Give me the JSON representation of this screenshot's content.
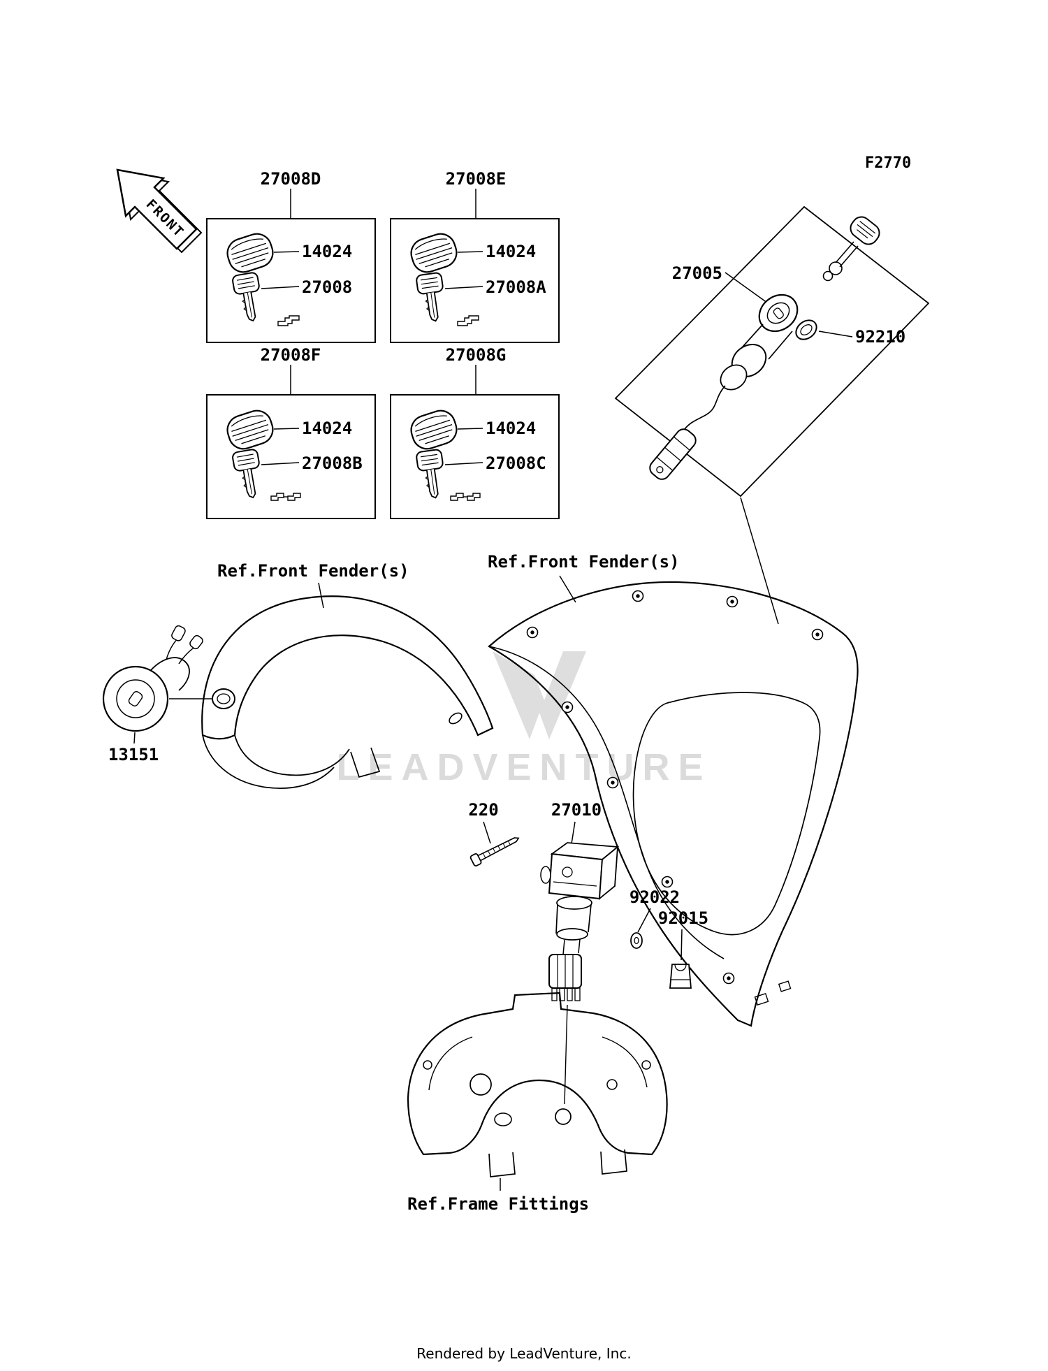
{
  "page": {
    "diagram_code": "F2770",
    "front_label": "FRONT",
    "watermark": "LEADVENTURE",
    "footer": "Rendered by LeadVenture, Inc."
  },
  "key_sets": [
    {
      "box_label": "27008D",
      "key_head": "14024",
      "key_blank": "27008"
    },
    {
      "box_label": "27008E",
      "key_head": "14024",
      "key_blank": "27008A"
    },
    {
      "box_label": "27008F",
      "key_head": "14024",
      "key_blank": "27008B"
    },
    {
      "box_label": "27008G",
      "key_head": "14024",
      "key_blank": "27008C"
    }
  ],
  "parts": {
    "ignition_switch": "27005",
    "ring": "92210",
    "switch_assembly": "13151",
    "screw": "220",
    "main_switch": "27010",
    "washer": "92022",
    "damper": "92015"
  },
  "references": {
    "front_fender_left": "Ref.Front Fender(s)",
    "front_fender_right": "Ref.Front Fender(s)",
    "frame_fittings": "Ref.Frame Fittings"
  }
}
